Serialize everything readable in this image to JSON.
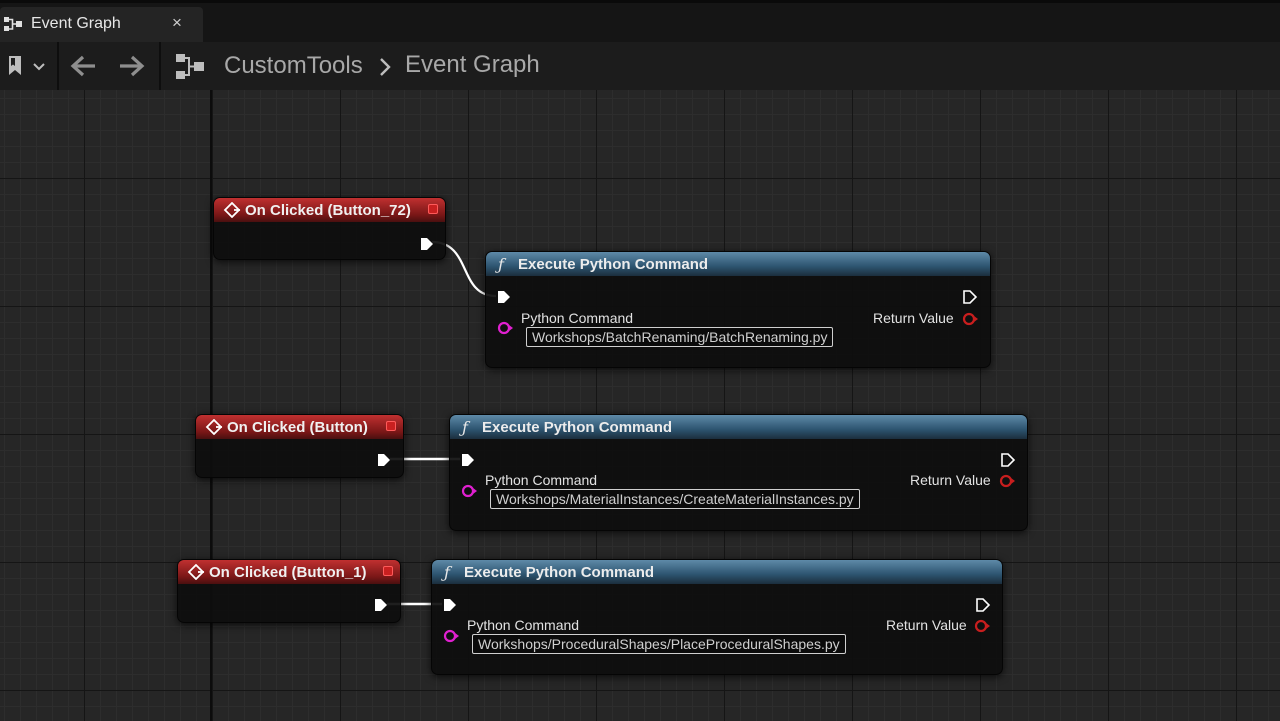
{
  "tab": {
    "title": "Event Graph",
    "close": "×"
  },
  "breadcrumb": {
    "root": "CustomTools",
    "current": "Event Graph"
  },
  "nodes": [
    {
      "event_title": "On Clicked (Button_72)",
      "function_title": "Execute Python Command",
      "function_icon": "ƒ",
      "input_label": "Python Command",
      "input_value": "Workshops/BatchRenaming/BatchRenaming.py",
      "output_label": "Return Value"
    },
    {
      "event_title": "On Clicked (Button)",
      "function_title": "Execute Python Command",
      "function_icon": "ƒ",
      "input_label": "Python Command",
      "input_value": "Workshops/MaterialInstances/CreateMaterialInstances.py",
      "output_label": "Return Value"
    },
    {
      "event_title": "On Clicked (Button_1)",
      "function_title": "Execute Python Command",
      "function_icon": "ƒ",
      "input_label": "Python Command",
      "input_value": "Workshops/ProceduralShapes/PlaceProceduralShapes.py",
      "output_label": "Return Value"
    }
  ],
  "colors": {
    "event_header": "#c03030",
    "function_header": "#2d5470",
    "exec_pin": "#ffffff",
    "string_pin": "#e020d0",
    "bool_pin": "#c81e1e"
  },
  "icons": {
    "tab": "blueprint-graph-icon",
    "bookmark": "bookmark-icon",
    "back": "arrow-left-icon",
    "forward": "arrow-right-icon",
    "breadcrumb": "blueprint-graph-icon",
    "event": "event-diamond-icon",
    "delegate": "delegate-pin-icon"
  }
}
